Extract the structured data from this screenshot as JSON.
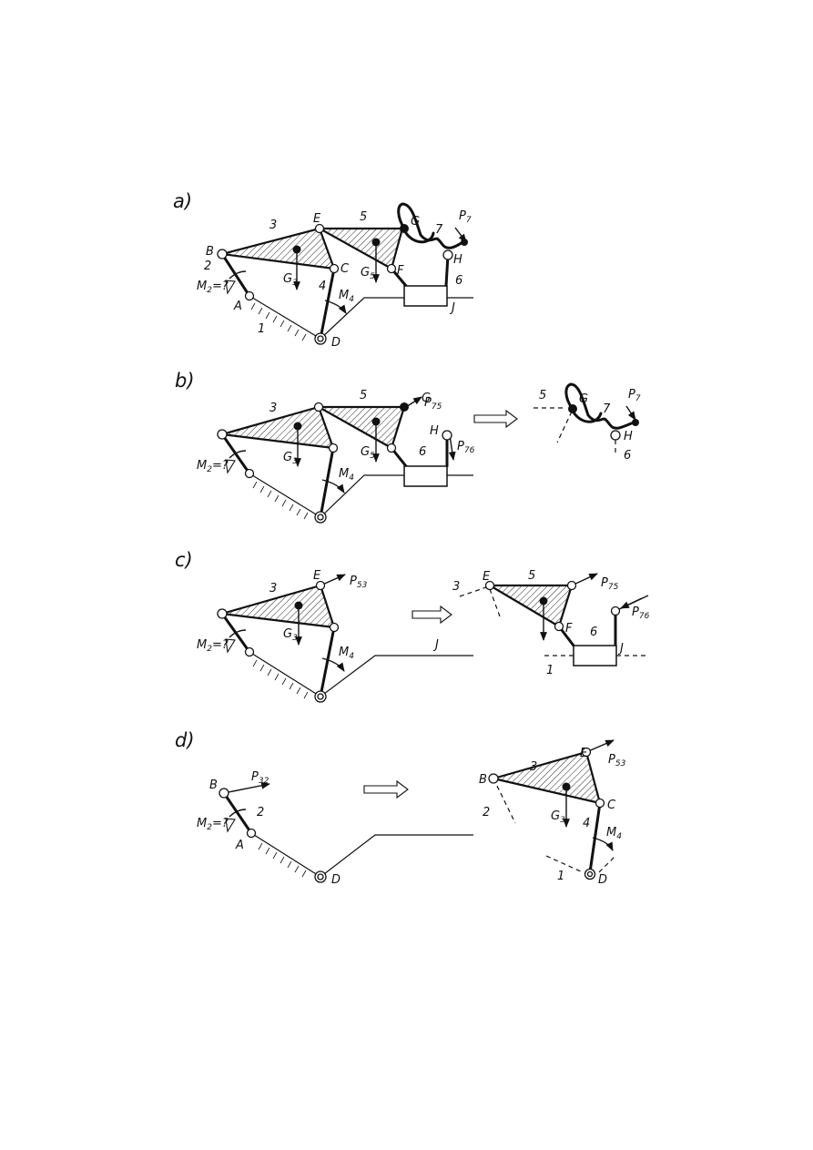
{
  "panels": {
    "a": {
      "label": "a)",
      "points": {
        "A": "A",
        "B": "B",
        "C": "C",
        "D": "D",
        "E": "E",
        "F": "F",
        "G": "G",
        "H": "H",
        "J": "J"
      },
      "links": {
        "l1": "1",
        "l2": "2",
        "l3": "3",
        "l4": "4",
        "l5": "5",
        "l6": "6",
        "l7": "7"
      },
      "moment2": {
        "main": "M",
        "sub": "2",
        "suffix": "=?"
      },
      "moment4": {
        "main": "M",
        "sub": "4"
      },
      "weight3": {
        "main": "G",
        "sub": "3"
      },
      "weight5": {
        "main": "G",
        "sub": "5"
      },
      "force7": {
        "main": "P",
        "sub": "7"
      }
    },
    "b": {
      "label": "b)",
      "points": {
        "G": "G",
        "H": "H",
        "G2": "G",
        "H2": "H"
      },
      "links": {
        "l3": "3",
        "l5": "5",
        "l6": "6",
        "l5b": "5",
        "l6b": "6",
        "l7b": "7"
      },
      "moment2": {
        "main": "M",
        "sub": "2",
        "suffix": "=?"
      },
      "moment4": {
        "main": "M",
        "sub": "4"
      },
      "weight3": {
        "main": "G",
        "sub": "3"
      },
      "weight5": {
        "main": "G",
        "sub": "5"
      },
      "force75": {
        "main": "P",
        "sub": "75"
      },
      "force76": {
        "main": "P",
        "sub": "76"
      },
      "force7": {
        "main": "P",
        "sub": "7"
      }
    },
    "c": {
      "label": "c)",
      "points": {
        "E": "E",
        "J": "J",
        "E2": "E",
        "F2": "F",
        "J2": "J"
      },
      "links": {
        "l3": "3",
        "l3b": "3",
        "l5b": "5",
        "l6b": "6",
        "l1b": "1"
      },
      "moment2": {
        "main": "M",
        "sub": "2",
        "suffix": "=?"
      },
      "moment4": {
        "main": "M",
        "sub": "4"
      },
      "weight3": {
        "main": "G",
        "sub": "3"
      },
      "force53": {
        "main": "P",
        "sub": "53"
      },
      "force75": {
        "main": "P",
        "sub": "75"
      },
      "force76": {
        "main": "P",
        "sub": "76"
      }
    },
    "d": {
      "label": "d)",
      "points": {
        "A": "A",
        "B": "B",
        "D": "D",
        "B2": "B",
        "C2": "C",
        "D2": "D",
        "E2": "E"
      },
      "links": {
        "l2": "2",
        "l2b": "2",
        "l3b": "3",
        "l4b": "4",
        "l1b": "1"
      },
      "moment2": {
        "main": "M",
        "sub": "2",
        "suffix": "=?"
      },
      "moment4": {
        "main": "M",
        "sub": "4"
      },
      "weight3": {
        "main": "G",
        "sub": "3"
      },
      "force32": {
        "main": "P",
        "sub": "32"
      },
      "force53": {
        "main": "P",
        "sub": "53"
      }
    }
  },
  "colors": {
    "ink": "#111111",
    "paper": "#ffffff"
  },
  "icons": {
    "transfer": "hollow-arrow-icon"
  }
}
